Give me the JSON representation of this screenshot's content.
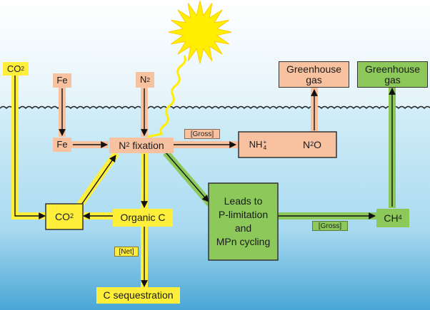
{
  "nodes": {
    "co2_top": {
      "label": "CO",
      "sub": "2"
    },
    "fe_top": {
      "label": "Fe"
    },
    "n2_top": {
      "label": "N",
      "sub": "2"
    },
    "fe_mid": {
      "label": "Fe"
    },
    "n2_fixation": {
      "label": "N",
      "sub": "2",
      "suffix": " fixation"
    },
    "nh4": {
      "label": "NH",
      "sup": "+",
      "sub": "4"
    },
    "n2o": {
      "label": "N",
      "sub": "2",
      "suffix": "O"
    },
    "greenhouse_left": {
      "line1": "Greenhouse",
      "line2": "gas"
    },
    "greenhouse_right": {
      "line1": "Greenhouse",
      "line2": "gas"
    },
    "co2_box": {
      "label": "CO",
      "sub": "2"
    },
    "organic_c": {
      "label": "Organic C"
    },
    "p_limitation": {
      "line1": "Leads to",
      "line2": "P-limitation",
      "line3": "and",
      "line4": "MPn cycling"
    },
    "ch4": {
      "label": "CH",
      "sub": "4"
    },
    "c_sequestration": {
      "label": "C sequestration"
    }
  },
  "tags": {
    "gross_top": "[Gross]",
    "gross_bottom": "[Gross]",
    "net": "[Net]"
  },
  "colors": {
    "yellow": "#ffef3a",
    "salmon": "#f8c1a0",
    "green": "#8cc85a",
    "sun": "#ffee00",
    "sky_top": "#ffffff",
    "water": "#b9e1f0",
    "water_deep": "#5fb4dc"
  },
  "icons": {
    "sun": "sun-icon"
  }
}
